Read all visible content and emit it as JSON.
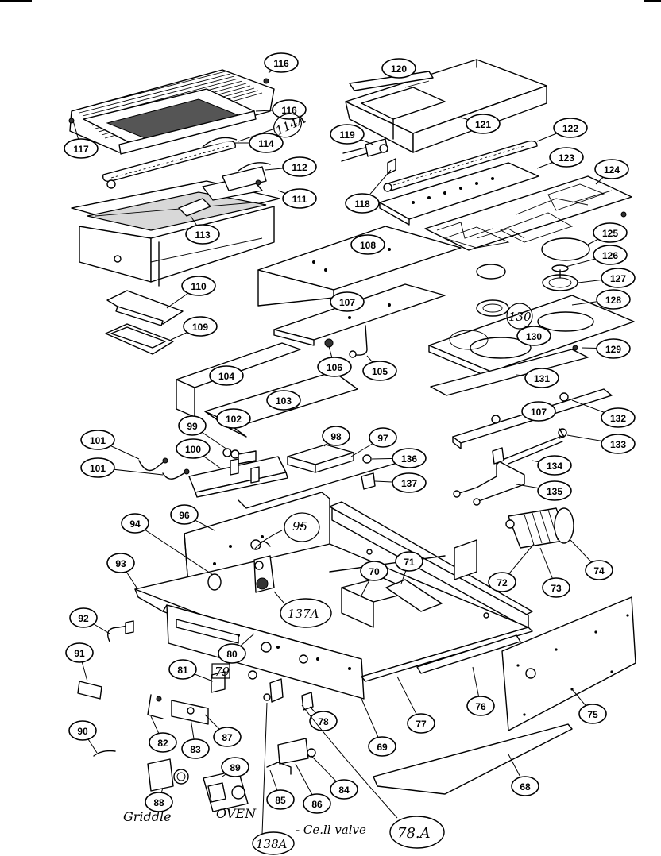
{
  "callouts": [
    {
      "id": "c116a",
      "text": "116"
    },
    {
      "id": "c116b",
      "text": "116"
    },
    {
      "id": "c117",
      "text": "117"
    },
    {
      "id": "c114",
      "text": "114"
    },
    {
      "id": "c112",
      "text": "112"
    },
    {
      "id": "c111",
      "text": "111"
    },
    {
      "id": "c113",
      "text": "113"
    },
    {
      "id": "c110",
      "text": "110"
    },
    {
      "id": "c109",
      "text": "109"
    },
    {
      "id": "c120",
      "text": "120"
    },
    {
      "id": "c121",
      "text": "121"
    },
    {
      "id": "c119",
      "text": "119"
    },
    {
      "id": "c122",
      "text": "122"
    },
    {
      "id": "c123",
      "text": "123"
    },
    {
      "id": "c118",
      "text": "118"
    },
    {
      "id": "c124",
      "text": "124"
    },
    {
      "id": "c125",
      "text": "125"
    },
    {
      "id": "c126",
      "text": "126"
    },
    {
      "id": "c127",
      "text": "127"
    },
    {
      "id": "c128",
      "text": "128"
    },
    {
      "id": "c108",
      "text": "108"
    },
    {
      "id": "c107a",
      "text": "107"
    },
    {
      "id": "c130",
      "text": "130"
    },
    {
      "id": "c129",
      "text": "129"
    },
    {
      "id": "c106",
      "text": "106"
    },
    {
      "id": "c105",
      "text": "105"
    },
    {
      "id": "c131",
      "text": "131"
    },
    {
      "id": "c104",
      "text": "104"
    },
    {
      "id": "c103",
      "text": "103"
    },
    {
      "id": "c102",
      "text": "102"
    },
    {
      "id": "c107b",
      "text": "107"
    },
    {
      "id": "c132",
      "text": "132"
    },
    {
      "id": "c99",
      "text": "99"
    },
    {
      "id": "c98",
      "text": "98"
    },
    {
      "id": "c97",
      "text": "97"
    },
    {
      "id": "c101a",
      "text": "101"
    },
    {
      "id": "c100",
      "text": "100"
    },
    {
      "id": "c133",
      "text": "133"
    },
    {
      "id": "c101b",
      "text": "101"
    },
    {
      "id": "c136",
      "text": "136"
    },
    {
      "id": "c134",
      "text": "134"
    },
    {
      "id": "c137",
      "text": "137"
    },
    {
      "id": "c135",
      "text": "135"
    },
    {
      "id": "c94",
      "text": "94"
    },
    {
      "id": "c96",
      "text": "96"
    },
    {
      "id": "c93",
      "text": "93"
    },
    {
      "id": "c70",
      "text": "70"
    },
    {
      "id": "c71",
      "text": "71"
    },
    {
      "id": "c72",
      "text": "72"
    },
    {
      "id": "c73",
      "text": "73"
    },
    {
      "id": "c74",
      "text": "74"
    },
    {
      "id": "c92",
      "text": "92"
    },
    {
      "id": "c91",
      "text": "91"
    },
    {
      "id": "c80",
      "text": "80"
    },
    {
      "id": "c81",
      "text": "81"
    },
    {
      "id": "c76",
      "text": "76"
    },
    {
      "id": "c75",
      "text": "75"
    },
    {
      "id": "c77",
      "text": "77"
    },
    {
      "id": "c78",
      "text": "78"
    },
    {
      "id": "c90",
      "text": "90"
    },
    {
      "id": "c82",
      "text": "82"
    },
    {
      "id": "c83",
      "text": "83"
    },
    {
      "id": "c87",
      "text": "87"
    },
    {
      "id": "c69",
      "text": "69"
    },
    {
      "id": "c89",
      "text": "89"
    },
    {
      "id": "c84",
      "text": "84"
    },
    {
      "id": "c68",
      "text": "68"
    },
    {
      "id": "c88",
      "text": "88"
    },
    {
      "id": "c85",
      "text": "85"
    },
    {
      "id": "c86",
      "text": "86"
    }
  ],
  "handwritten": {
    "h114a": "114A",
    "h95": "95",
    "h137a": "137A",
    "h130": "130",
    "h79": "79",
    "h78a": "78.A",
    "h138a": "138A",
    "griddle": "Griddle",
    "oven": "OVEN",
    "cellvalve": "- Ce.ll valve"
  }
}
